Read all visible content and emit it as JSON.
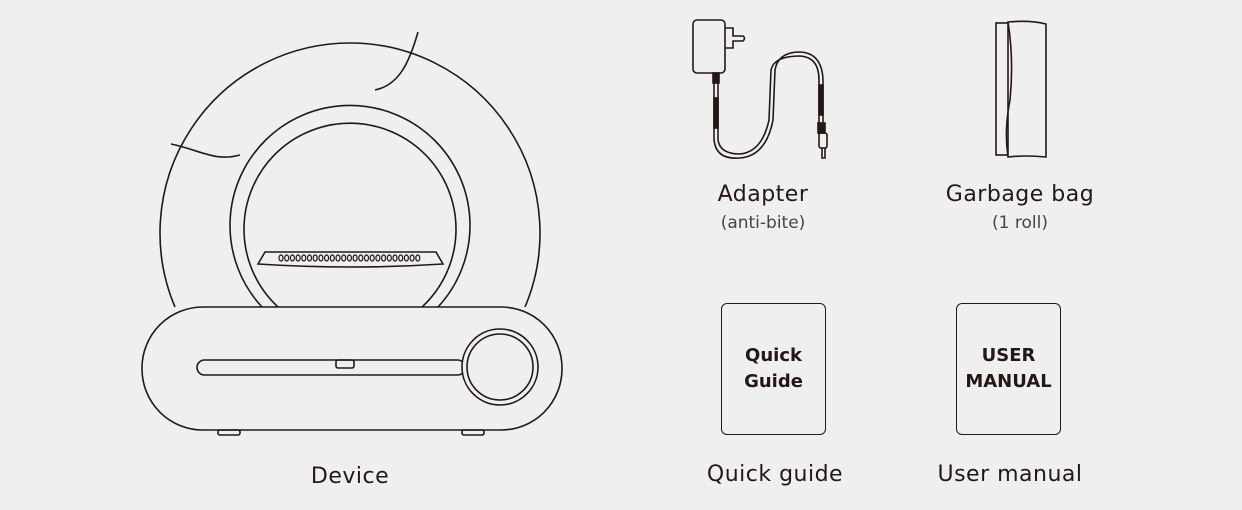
{
  "items": {
    "device": {
      "label": "Device"
    },
    "adapter": {
      "label": "Adapter",
      "note": "(anti-bite)"
    },
    "garbage_bag": {
      "label": "Garbage bag",
      "note": "(1 roll)"
    },
    "quick_guide": {
      "label": "Quick guide",
      "cover_line1": "Quick",
      "cover_line2": "Guide"
    },
    "user_manual": {
      "label": "User manual",
      "cover_line1": "USER",
      "cover_line2": "MANUAL"
    }
  },
  "colors": {
    "background": "#efefef",
    "line": "#231815"
  }
}
